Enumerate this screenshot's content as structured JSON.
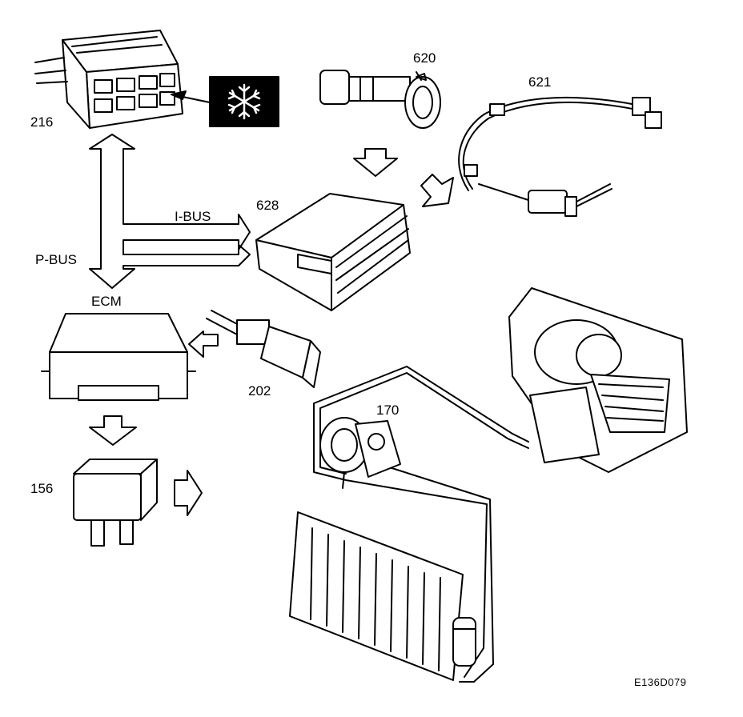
{
  "labels": {
    "c216": "216",
    "c620": "620",
    "c621": "621",
    "c628": "628",
    "ibus": "I-BUS",
    "pbus": "P-BUS",
    "ecm": "ECM",
    "c202": "202",
    "c170": "170",
    "c156": "156",
    "figure_code": "E136D079"
  },
  "icons": {
    "climate_panel": "snowflake-icon"
  },
  "colors": {
    "ink": "#000000",
    "paper": "#ffffff"
  }
}
